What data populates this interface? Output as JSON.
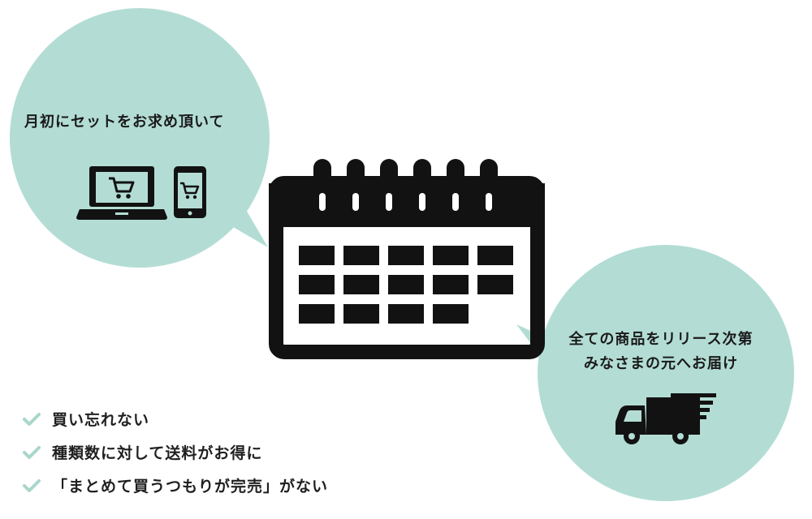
{
  "colors": {
    "bubble": "#b3ddd4",
    "ink": "#121212",
    "check": "#a9d6cb"
  },
  "bubble_left": {
    "text": "月初にセットをお求め頂いて",
    "icons": [
      "laptop-cart-icon",
      "smartphone-cart-icon"
    ]
  },
  "calendar": {
    "icon": "calendar-icon"
  },
  "bubble_right": {
    "line1": "全ての商品をリリース次第",
    "line2": "みなさまの元へお届け",
    "icon": "delivery-truck-icon"
  },
  "benefits": [
    "買い忘れない",
    "種類数に対して送料がお得に",
    "「まとめて買うつもりが完売」がない"
  ]
}
